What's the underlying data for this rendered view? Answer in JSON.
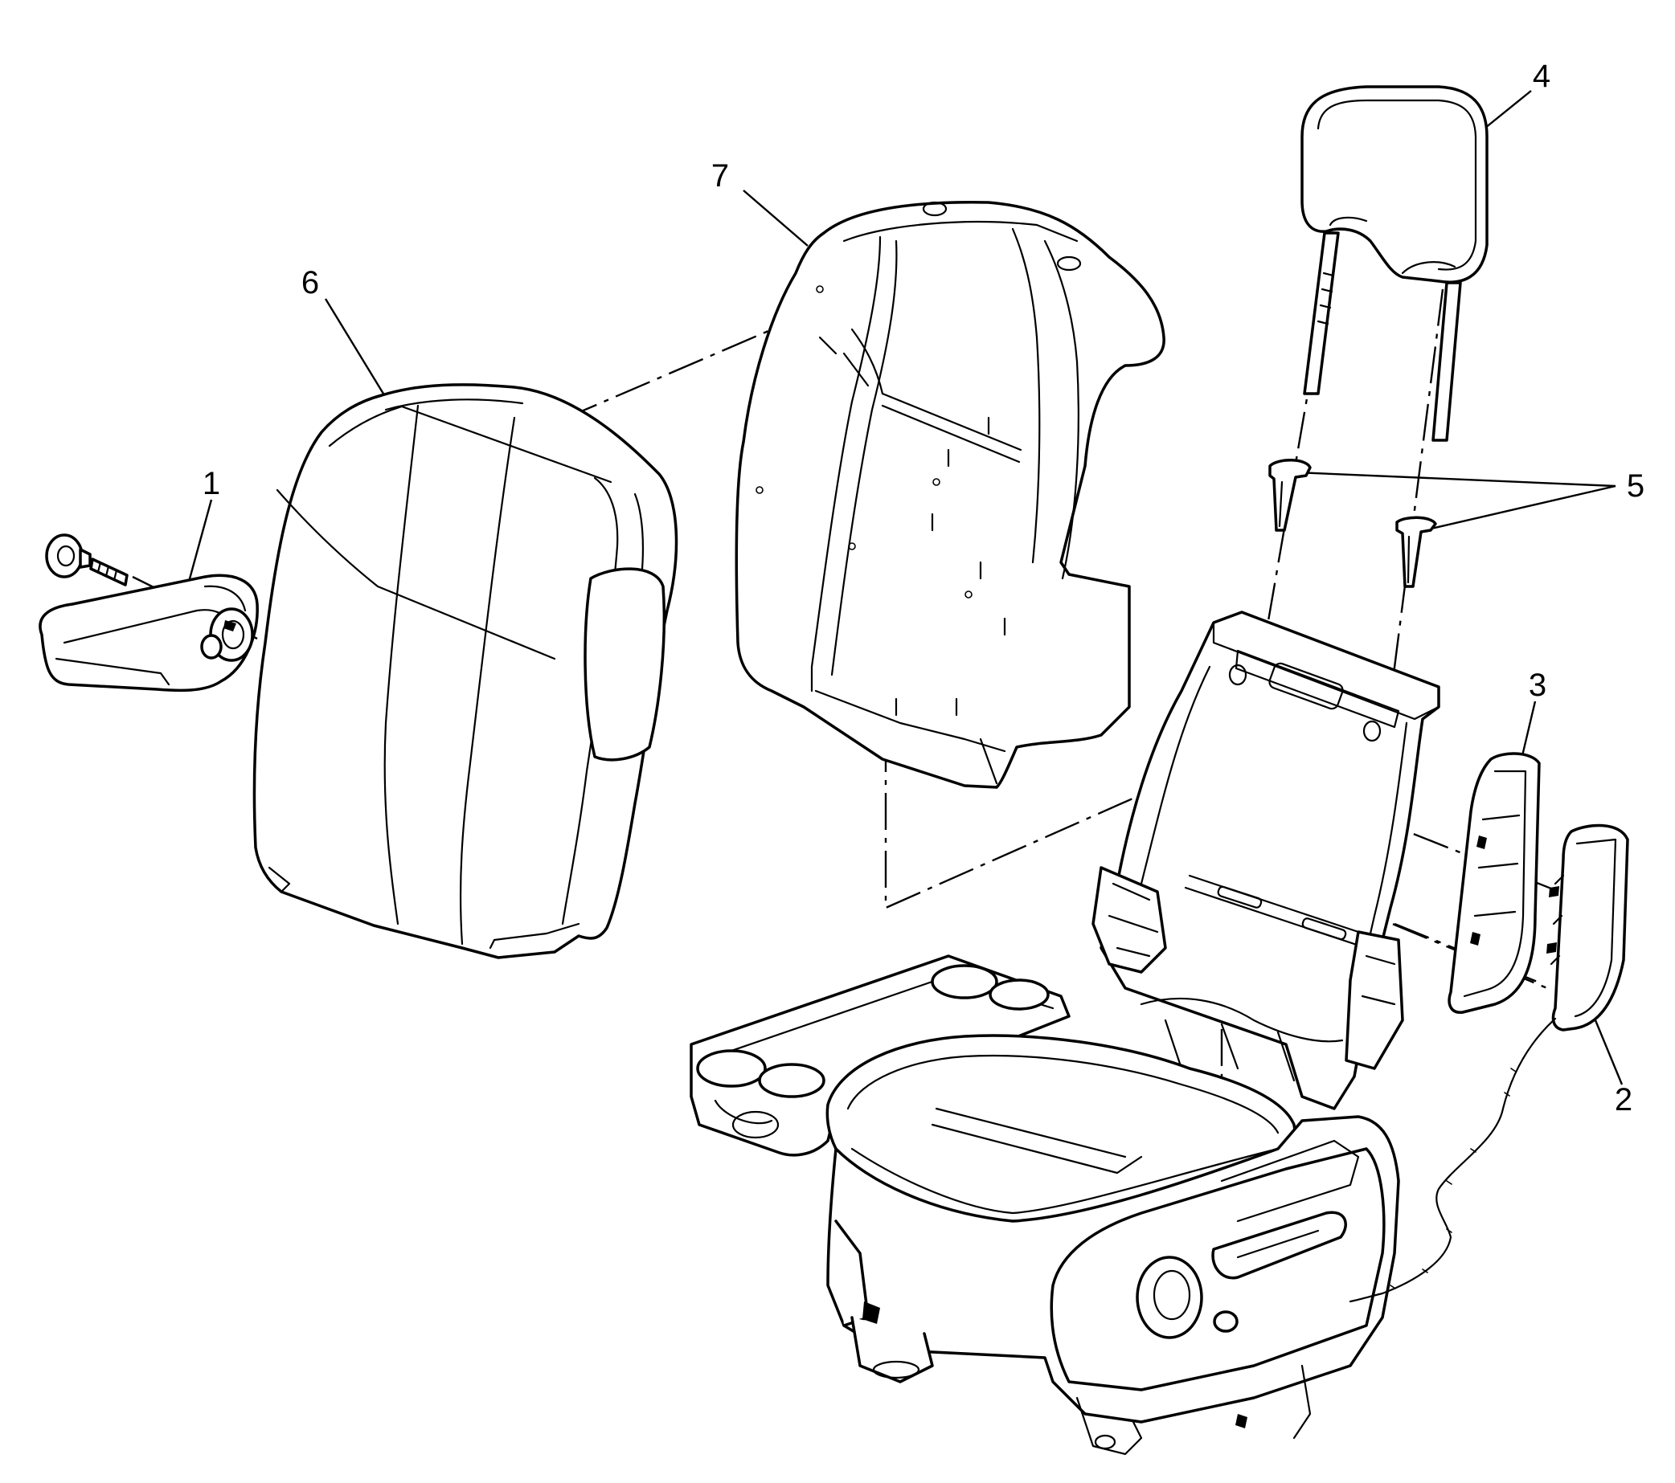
{
  "diagram": {
    "callouts": [
      {
        "id": "armrest",
        "label": "1"
      },
      {
        "id": "side-trim-outer",
        "label": "2"
      },
      {
        "id": "side-trim-inner",
        "label": "3"
      },
      {
        "id": "headrest",
        "label": "4"
      },
      {
        "id": "headrest-guides",
        "label": "5"
      },
      {
        "id": "seatback-cover",
        "label": "6"
      },
      {
        "id": "seatback-pad",
        "label": "7"
      }
    ],
    "line_color": "#000000",
    "background": "#ffffff"
  }
}
